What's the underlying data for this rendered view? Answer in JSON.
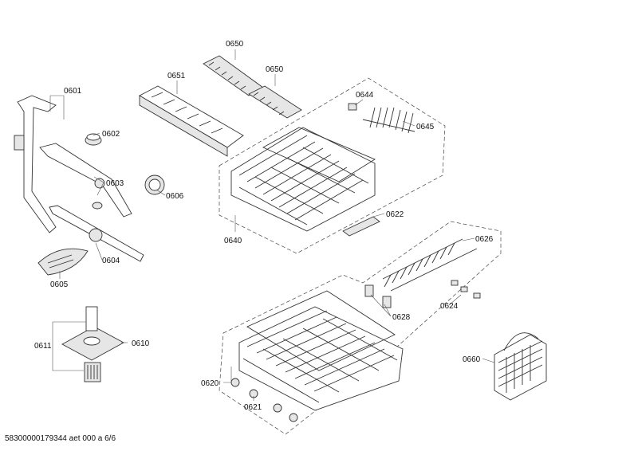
{
  "labels": {
    "p0650a": "0650",
    "p0650b": "0650",
    "p0651": "0651",
    "p0601": "0601",
    "p0602": "0602",
    "p0603": "0603",
    "p0604": "0604",
    "p0605": "0605",
    "p0606": "0606",
    "p0644": "0644",
    "p0645": "0645",
    "p0640": "0640",
    "p0622": "0622",
    "p0626": "0626",
    "p0624": "0624",
    "p0628": "0628",
    "p0611": "0611",
    "p0610": "0610",
    "p0620": "0620",
    "p0621": "0621",
    "p0660": "0660"
  },
  "footer": "58300000179344 aet 000 a 6/6"
}
